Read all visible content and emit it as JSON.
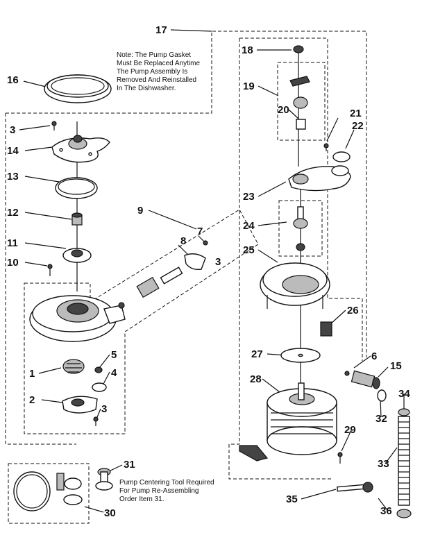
{
  "notes": {
    "gasket_note": [
      "Note: The Pump Gasket",
      "Must Be Replaced Anytime",
      "The Pump Assembly Is",
      "Removed And Reinstalled",
      "In The Dishwasher."
    ],
    "tool_note": [
      "Pump Centering Tool Required",
      "For Pump Re-Assembling",
      "Order Item 31."
    ]
  },
  "callouts": {
    "c1": "1",
    "c2": "2",
    "c3a": "3",
    "c3b": "3",
    "c3c": "3",
    "c4": "4",
    "c5": "5",
    "c6": "6",
    "c7": "7",
    "c8": "8",
    "c9": "9",
    "c10": "10",
    "c11": "11",
    "c12": "12",
    "c13": "13",
    "c14": "14",
    "c15": "15",
    "c16": "16",
    "c17": "17",
    "c18": "18",
    "c19": "19",
    "c20": "20",
    "c21": "21",
    "c22": "22",
    "c23": "23",
    "c24": "24",
    "c25": "25",
    "c26": "26",
    "c27": "27",
    "c28": "28",
    "c29": "29",
    "c30": "30",
    "c31": "31",
    "c32": "32",
    "c33": "33",
    "c34": "34",
    "c35": "35",
    "c36": "36"
  }
}
